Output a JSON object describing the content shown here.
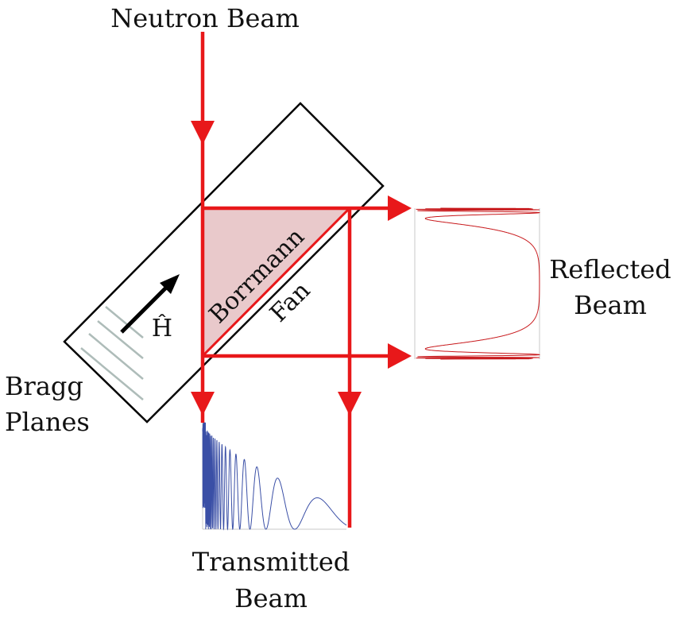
{
  "labels": {
    "neutron_beam": "Neutron Beam",
    "reflected_line1": "Reflected",
    "reflected_line2": "Beam",
    "bragg_line1": "Bragg",
    "bragg_line2": "Planes",
    "transmitted_line1": "Transmitted",
    "transmitted_line2": "Beam",
    "borrmann": "Borrmann",
    "fan": "Fan",
    "h_vector": "Ĥ"
  },
  "colors": {
    "beam": "#e8181a",
    "fan_fill": "#e9c9cb",
    "crystal_stroke": "#000000",
    "bragg_planes": "#aebcb9",
    "transmitted_profile": "#3a4fa6",
    "reflected_profile": "#c8191c"
  },
  "icons": {
    "beam_arrows": "red-triangle-arrowhead",
    "h_vector_arrow": "black-arrow"
  }
}
